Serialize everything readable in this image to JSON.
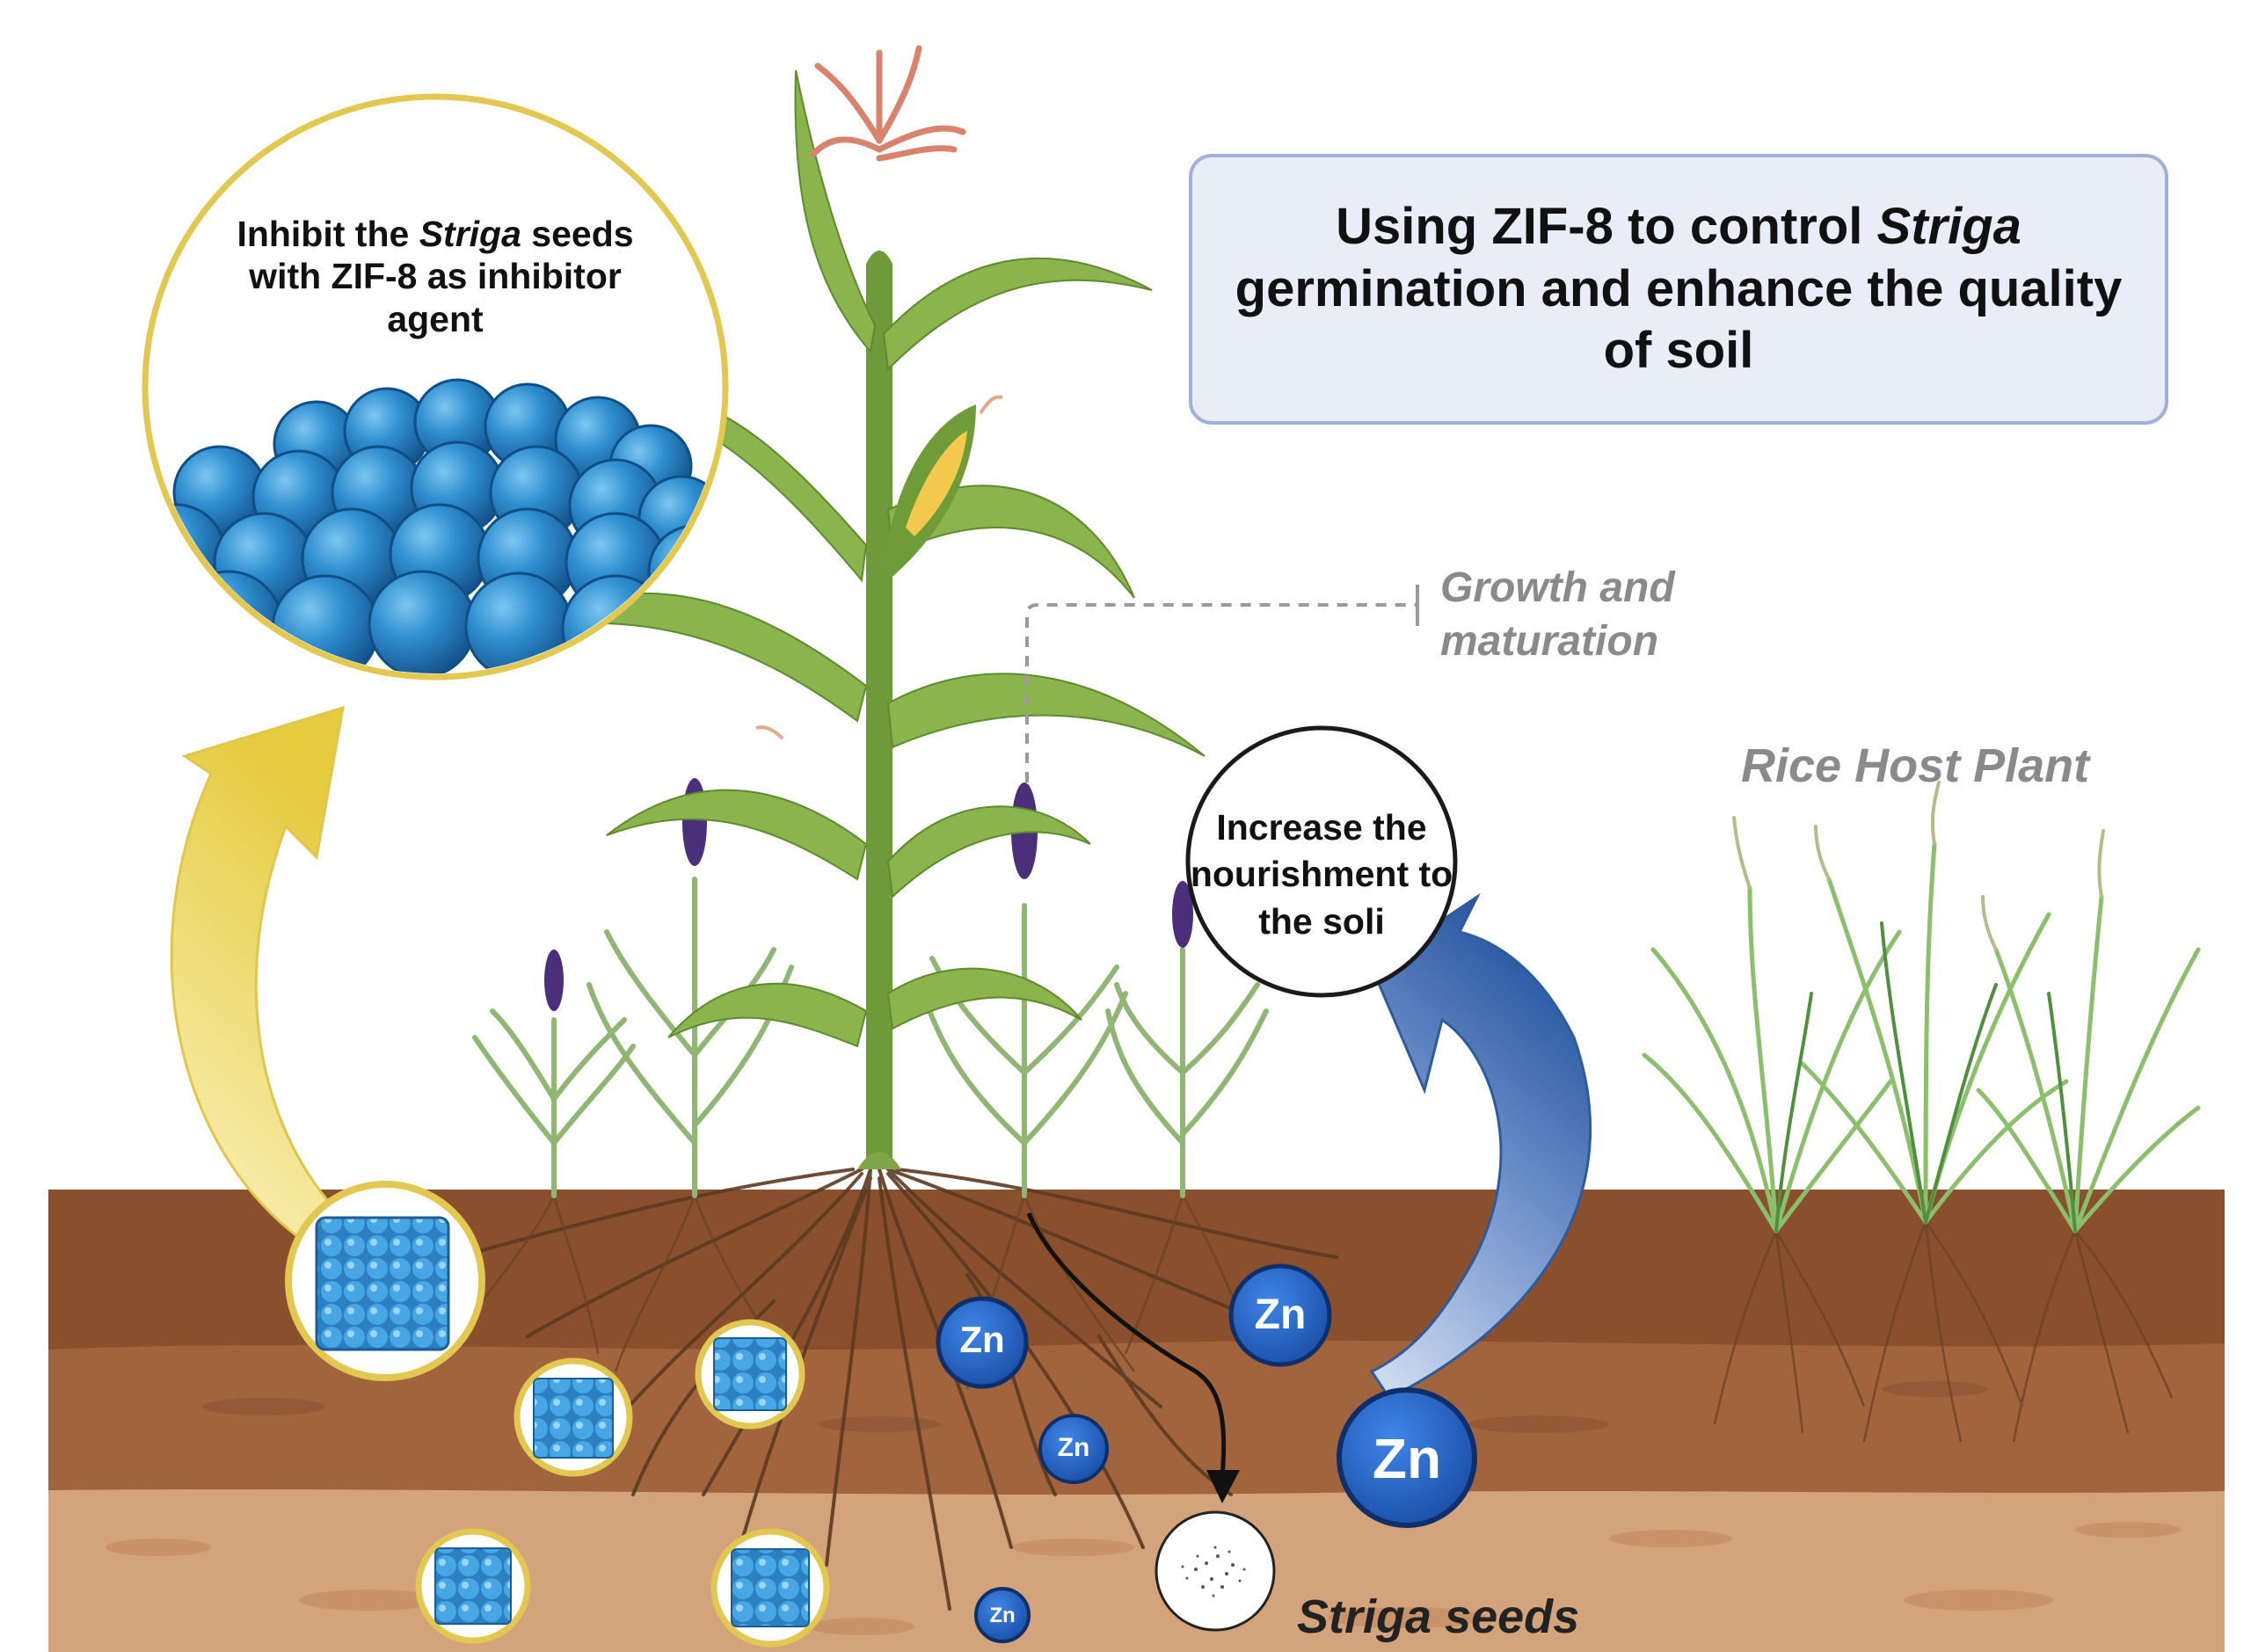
{
  "title": {
    "line1_prefix": "Using ZIF-8 to control ",
    "line1_italic": "Striga",
    "line2": "germination and enhance the quality",
    "line3": "of soil"
  },
  "inhibit_bubble": {
    "line1_prefix": "Inhibit the ",
    "line1_italic": "Striga",
    "line1_suffix": " seeds",
    "line2": "with ZIF-8 as inhibitor",
    "line3": "agent"
  },
  "nourish_bubble": {
    "line1": "Increase the",
    "line2": "nourishment to",
    "line3": "the soli"
  },
  "growth_label": {
    "line1": "Growth and",
    "line2": "maturation"
  },
  "rice_label": "Rice Host Plant",
  "striga_label": "Striga seeds",
  "zn_particles": [
    {
      "id": "zn-1",
      "label": "Zn"
    },
    {
      "id": "zn-2",
      "label": "Zn"
    },
    {
      "id": "zn-3",
      "label": "Zn"
    },
    {
      "id": "zn-4",
      "label": "Zn"
    },
    {
      "id": "zn-5",
      "label": "Zn"
    }
  ],
  "colors": {
    "soil_top": "#8a4f2c",
    "soil_mid": "#a1643d",
    "soil_bottom": "#d3a37c",
    "zif_blue": "#2f8fd0",
    "zn_blue": "#1e5bbd",
    "arrow_yellow": "#e8d25a",
    "arrow_blue": "#3d6bb0",
    "title_bg": "#e9edf8",
    "title_border": "#9fb0d9",
    "label_gray": "#8a8a8a"
  },
  "icons": [
    "zif8-sphere-cluster-icon",
    "zif8-cube-icon",
    "zn-ion-icon",
    "striga-seed-icon",
    "maize-plant-icon",
    "rice-plant-icon",
    "sorghum-plant-icon"
  ]
}
